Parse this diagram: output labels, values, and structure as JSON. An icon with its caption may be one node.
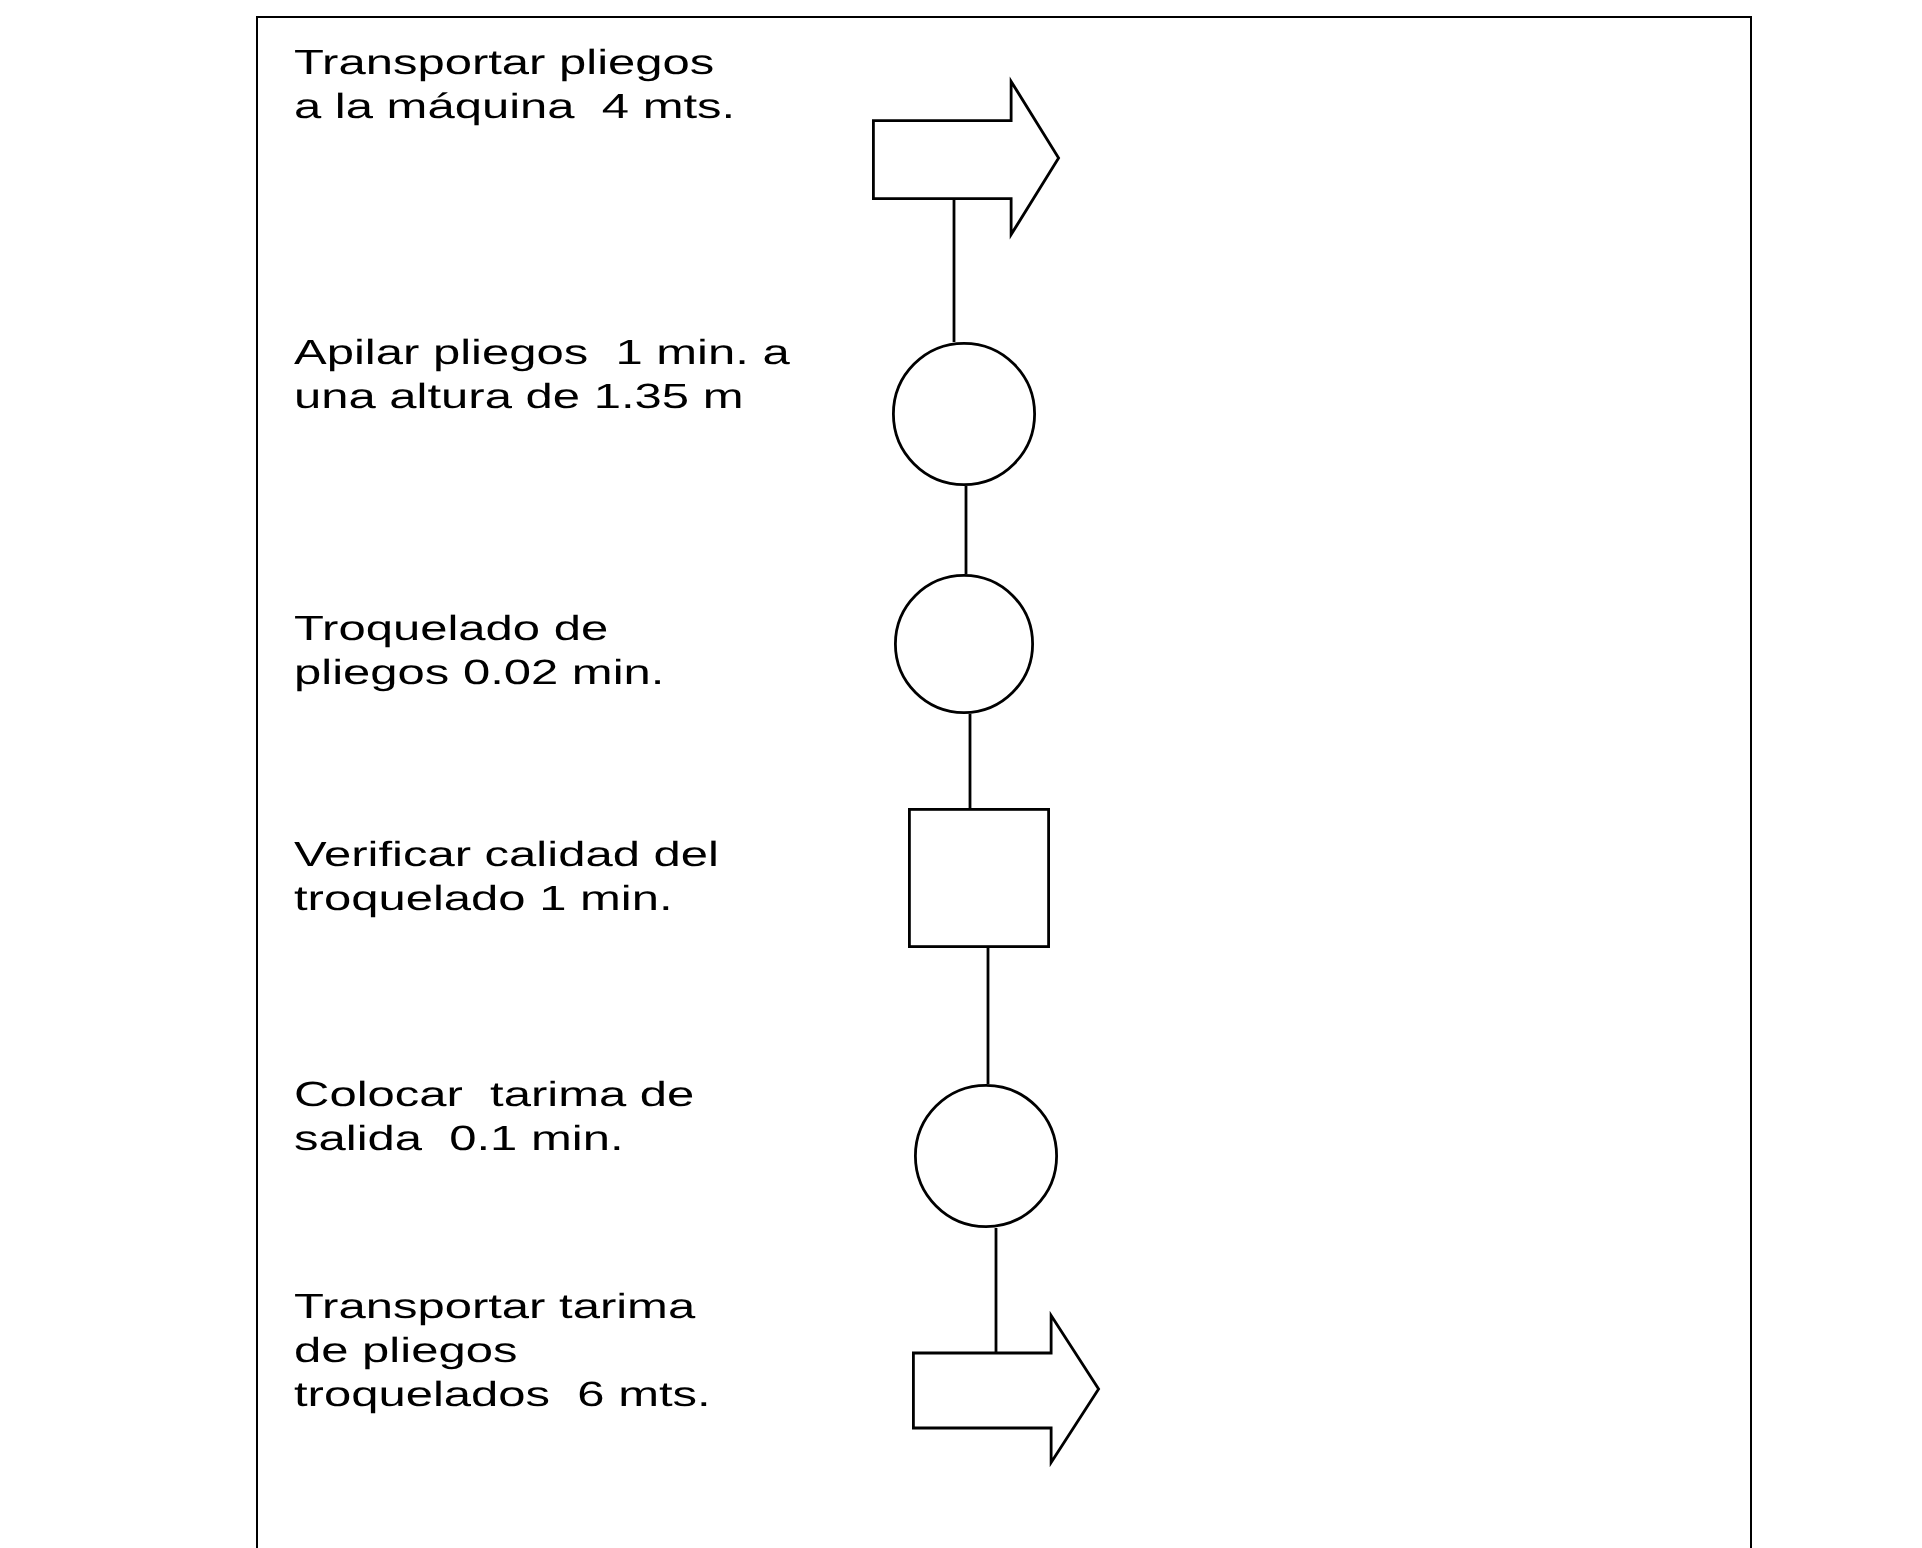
{
  "diagram": {
    "nodes": [
      {
        "text": [],
        "shape": "arrow"
      },
      {
        "text": [],
        "shape": "circle"
      },
      {
        "text": [],
        "shape": "circle"
      },
      {
        "text": [],
        "shape": "box"
      },
      {
        "text": [],
        "shape": "circle"
      },
      {
        "text": [],
        "shape": "arrow"
      }
    ],
    "edges": [
      {
        "from": 0,
        "to": 1,
        "arrow": "none"
      },
      {
        "from": 1,
        "to": 2,
        "arrow": "none"
      },
      {
        "from": 2,
        "to": 3,
        "arrow": "none"
      },
      {
        "from": 3,
        "to": 4,
        "arrow": "none"
      },
      {
        "from": 4,
        "to": 5,
        "arrow": "none"
      }
    ],
    "labels": [
      "Transportar pliegos a la máquina  4 mts.",
      "Apilar pliegos  1 min. a una altura de 1.35 m",
      "Troquelado de pliegos 0.02 min.",
      "Verificar calidad del troquelado 1 min.",
      "Colocar  tarima de salida  0.1 min.",
      "Transportar tarima de pliegos troquelados  6 mts."
    ]
  }
}
